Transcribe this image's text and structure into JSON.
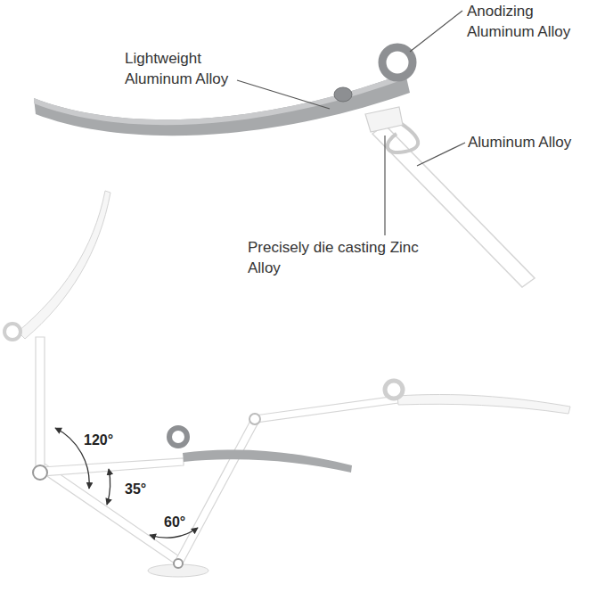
{
  "diagram": {
    "labels": [
      "Anodizing Aluminum Alloy",
      "Lightweight Aluminum Alloy",
      "Aluminum Alloy",
      "Precisely die casting Zinc Alloy",
      "120°",
      "35°",
      "60°"
    ]
  }
}
